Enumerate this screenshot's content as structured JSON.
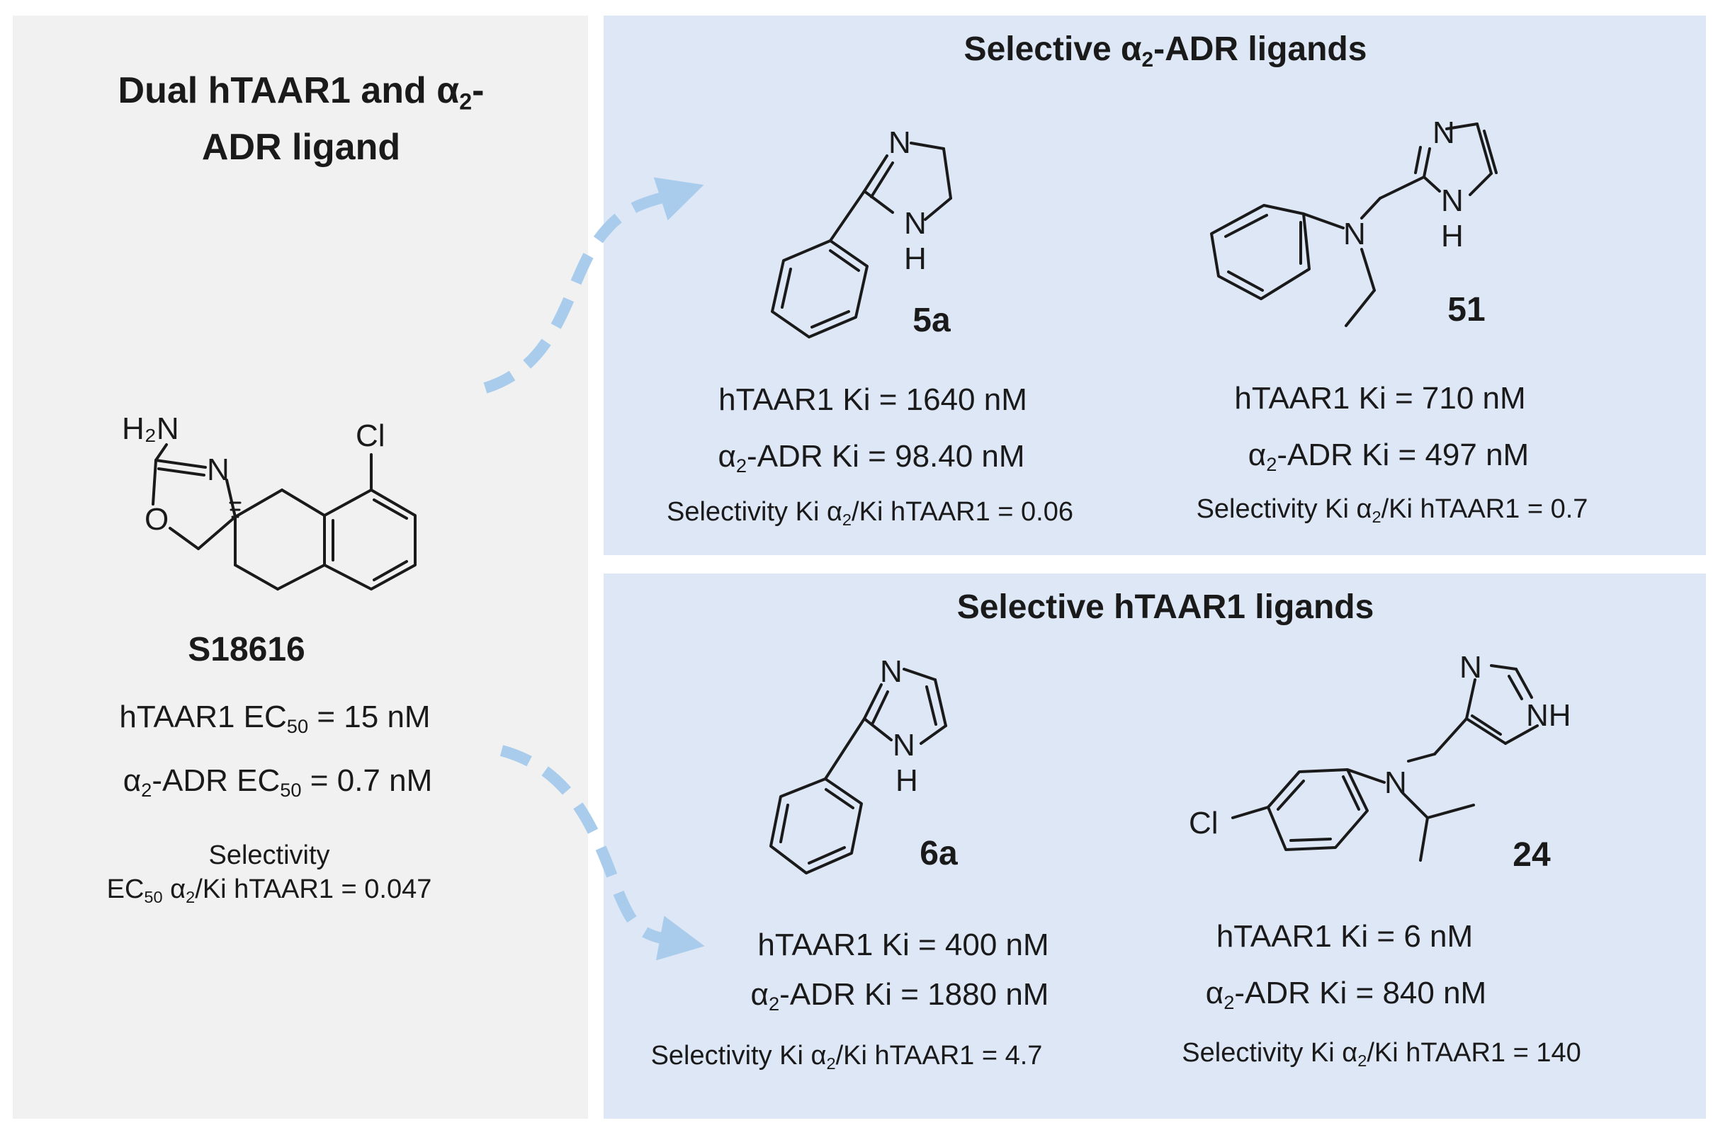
{
  "left": {
    "title_line1": "Dual hTAAR1 and α",
    "title_sub": "2",
    "title_line1_end": "-",
    "title_line2": "ADR ligand",
    "compound": {
      "name": "S18616",
      "atoms": {
        "nh2": "H₂N",
        "n": "N",
        "o": "O",
        "cl": "Cl"
      },
      "prop1_pre": "hTAAR1 EC",
      "prop1_sub": "50",
      "prop1_post": " = 15 nM",
      "prop2_a": "α",
      "prop2_a_sub": "2",
      "prop2_pre": "-ADR EC",
      "prop2_sub": "50",
      "prop2_post": " = 0.7 nM",
      "sel_line1": "Selectivity",
      "sel_line2_pre": "EC",
      "sel_line2_sub": "50",
      "sel_line2_mid": " α",
      "sel_line2_sub2": "2",
      "sel_line2_post": "/Ki hTAAR1 = 0.047"
    }
  },
  "top": {
    "title_pre": "Selective α",
    "title_sub": "2",
    "title_post": "-ADR ligands",
    "c1": {
      "name": "5a",
      "atoms": {
        "n": "N",
        "nh_n": "N",
        "nh_h": "H"
      },
      "htaar": "hTAAR1 Ki = 1640 nM",
      "adr_a": "α",
      "adr_sub": "2",
      "adr_post": "-ADR Ki = 98.40 nM",
      "sel_pre": "Selectivity Ki α",
      "sel_sub": "2",
      "sel_post": "/Ki hTAAR1 = 0.06"
    },
    "c2": {
      "name": "51",
      "atoms": {
        "n_ring": "N",
        "nh_n": "N",
        "nh_h": "H",
        "amine": "N"
      },
      "htaar": "hTAAR1 Ki = 710 nM",
      "adr_a": "α",
      "adr_sub": "2",
      "adr_post": "-ADR Ki = 497 nM",
      "sel_pre": "Selectivity Ki α",
      "sel_sub": "2",
      "sel_post": "/Ki hTAAR1 = 0.7"
    }
  },
  "bottom": {
    "title": "Selective hTAAR1 ligands",
    "c1": {
      "name": "6a",
      "atoms": {
        "n": "N",
        "nh_n": "N",
        "nh_h": "H"
      },
      "htaar": "hTAAR1 Ki = 400 nM",
      "adr_a": "α",
      "adr_sub": "2",
      "adr_post": "-ADR Ki = 1880 nM",
      "sel_pre": "Selectivity Ki α",
      "sel_sub": "2",
      "sel_post": "/Ki hTAAR1 = 4.7"
    },
    "c2": {
      "name": "24",
      "atoms": {
        "n_ring": "N",
        "nh": "NH",
        "amine": "N",
        "cl": "Cl"
      },
      "htaar": "hTAAR1 Ki = 6 nM",
      "adr_a": "α",
      "adr_sub": "2",
      "adr_post": "-ADR Ki = 840 nM",
      "sel_pre": "Selectivity Ki α",
      "sel_sub": "2",
      "sel_post": "/Ki hTAAR1 = 140"
    }
  },
  "colors": {
    "left_panel": "#f1f1f1",
    "right_panels": "#dde7f6",
    "arrow": "#a9ccec"
  }
}
